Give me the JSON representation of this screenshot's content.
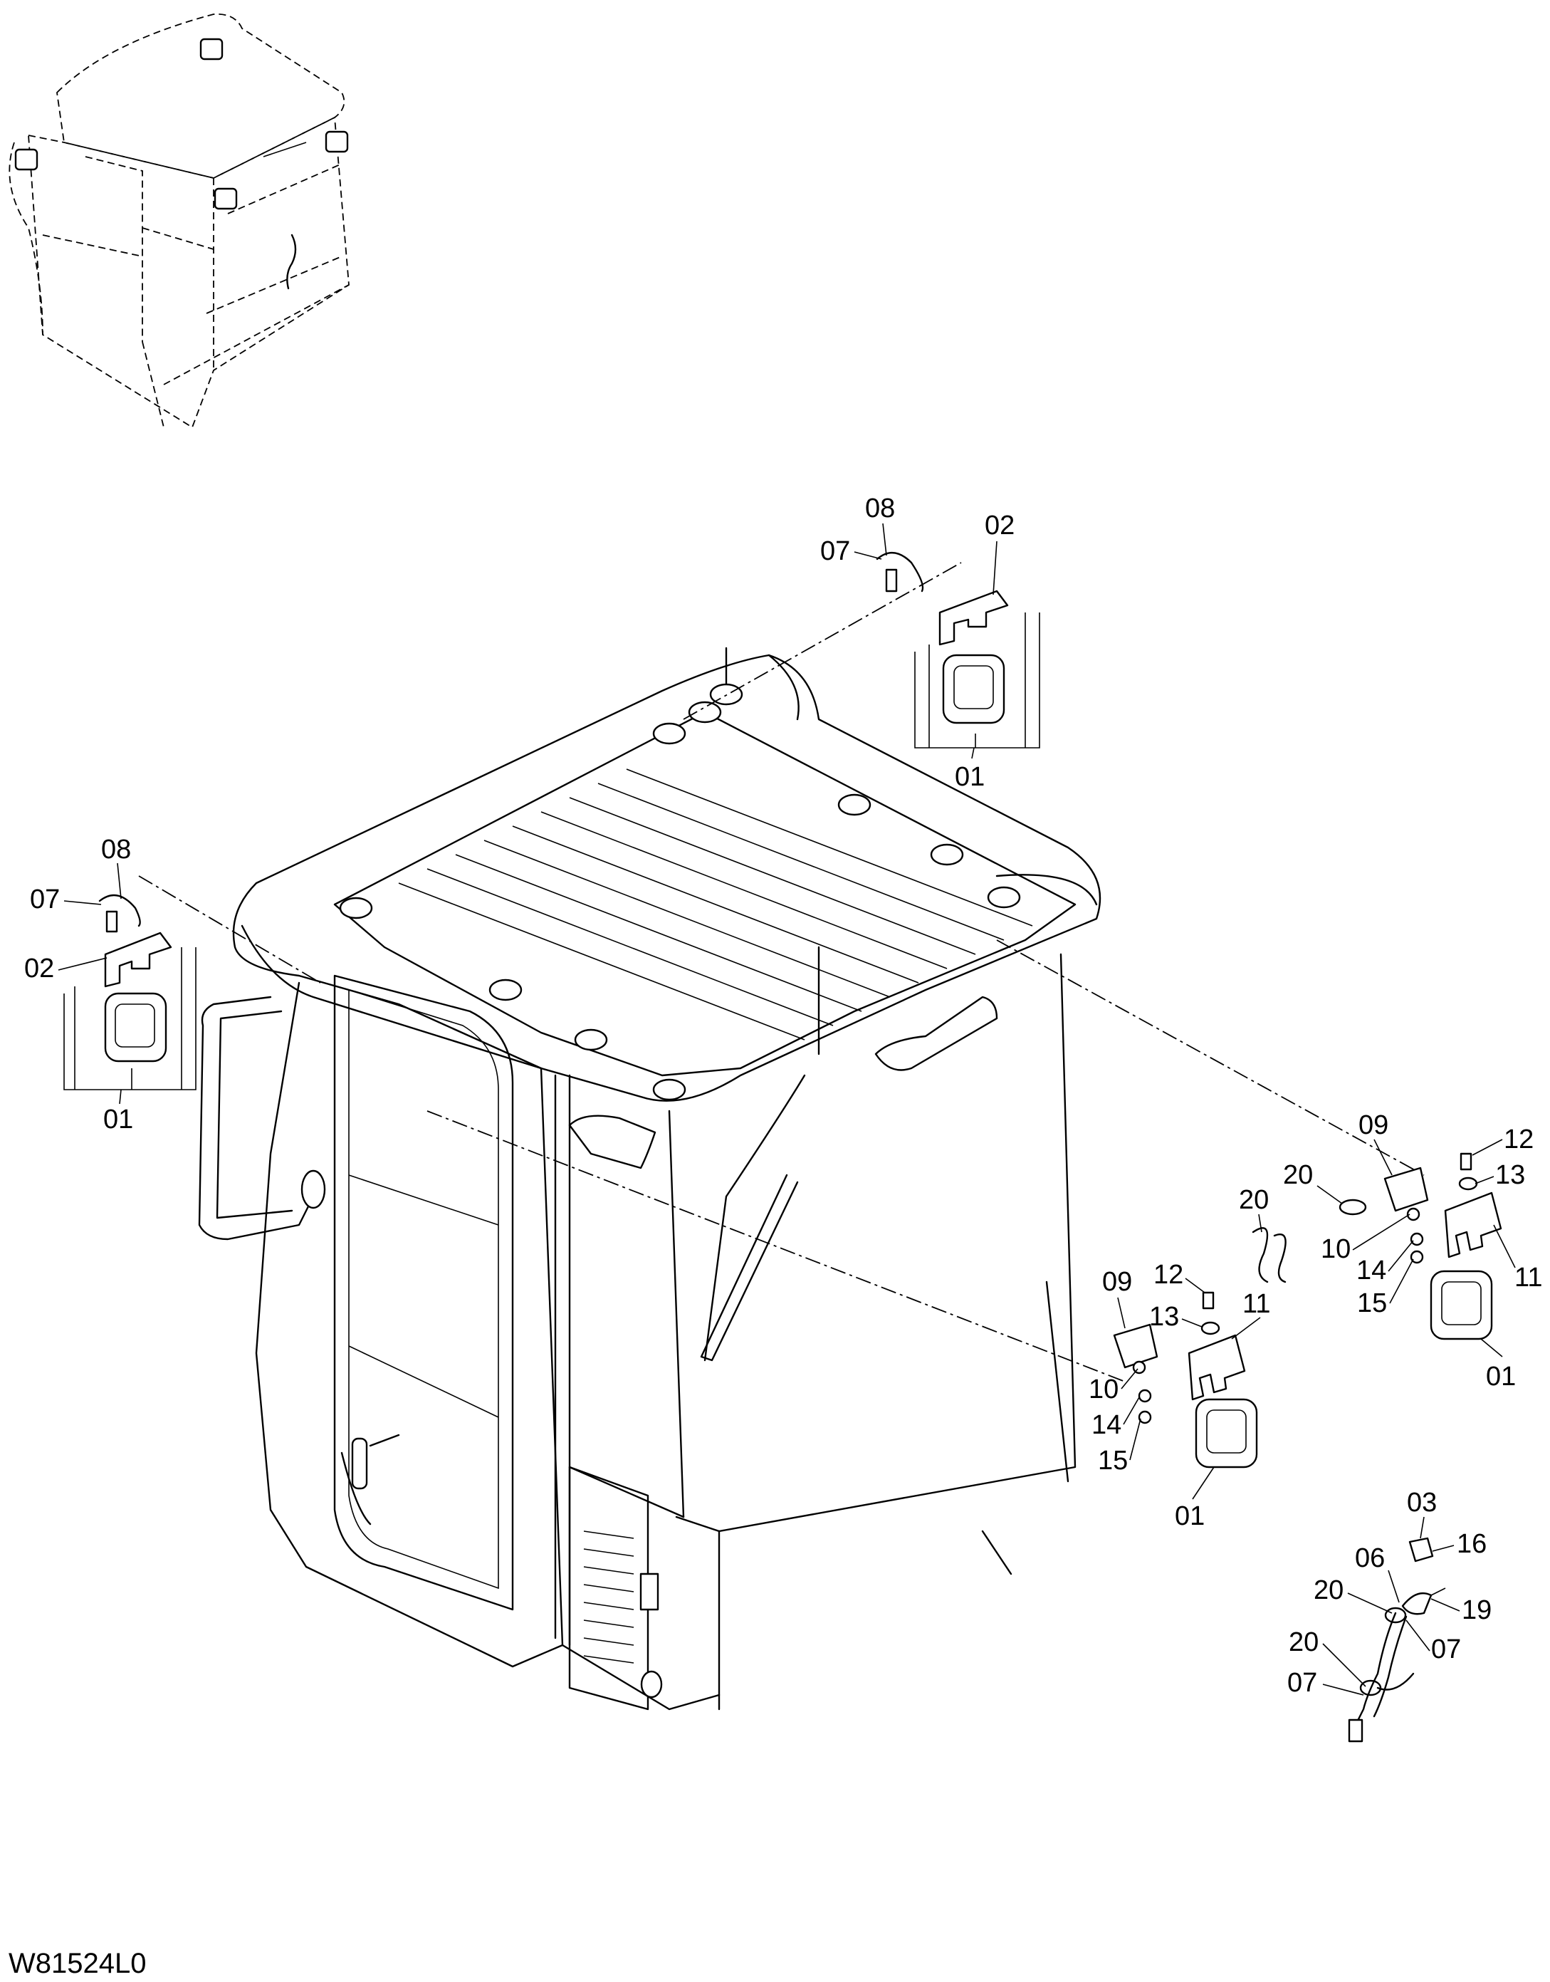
{
  "drawing_code": "W81524L0",
  "callouts": {
    "top_center": [
      "08",
      "07",
      "02",
      "01"
    ],
    "left": [
      "08",
      "07",
      "02",
      "01"
    ],
    "mid_right": [
      "09",
      "12",
      "13",
      "11",
      "10",
      "14",
      "15",
      "01",
      "20"
    ],
    "far_right": [
      "09",
      "12",
      "13",
      "20",
      "10",
      "14",
      "15",
      "11",
      "01"
    ],
    "harness": [
      "03",
      "16",
      "06",
      "20",
      "19",
      "07",
      "20",
      "07"
    ]
  }
}
